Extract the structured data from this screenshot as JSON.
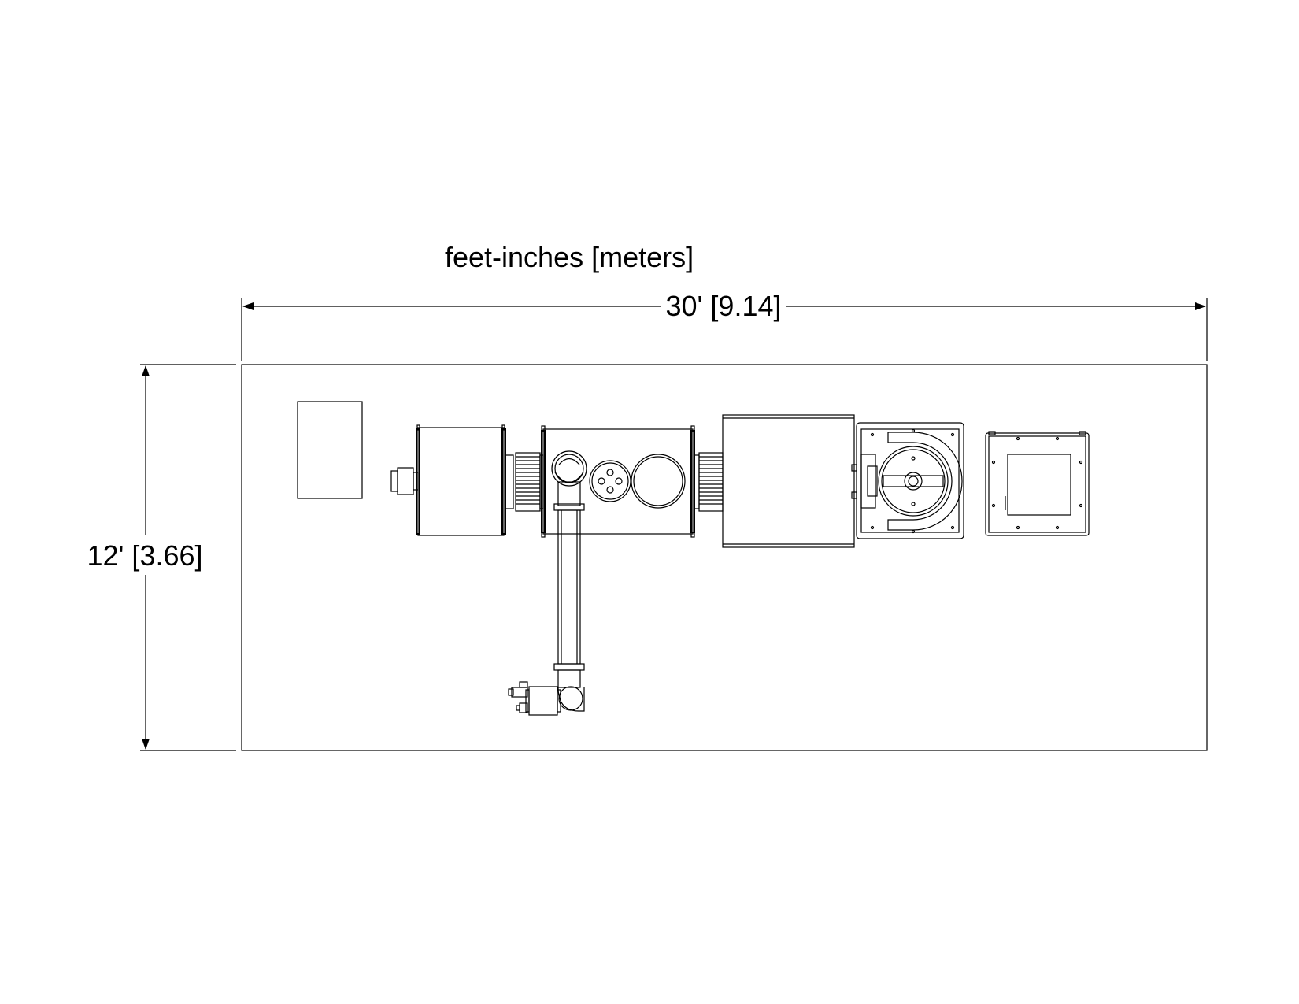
{
  "units_note": "feet-inches [meters]",
  "dimensions": {
    "width_label": "30' [9.14]",
    "height_label": "12' [3.66]"
  },
  "colors": {
    "line": "#000000",
    "background": "#ffffff"
  }
}
